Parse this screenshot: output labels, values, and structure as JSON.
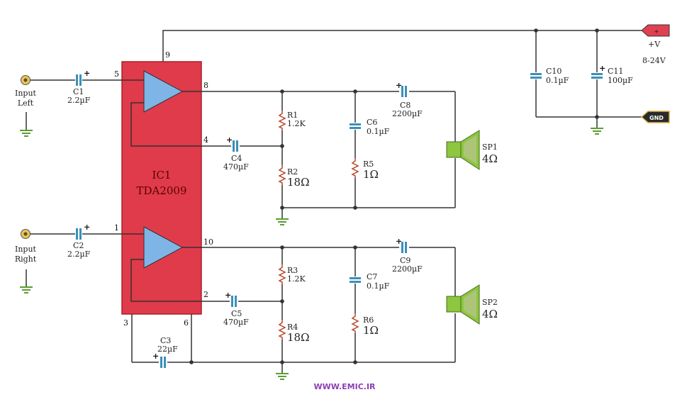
{
  "ic": {
    "designator": "IC1",
    "part": "TDA2009"
  },
  "pins": {
    "p9": "9",
    "p5": "5",
    "p8": "8",
    "p4": "4",
    "p1": "1",
    "p10": "10",
    "p2": "2",
    "p3": "3",
    "p6": "6"
  },
  "inputs": {
    "left": {
      "line1": "Input",
      "line2": "Left"
    },
    "right": {
      "line1": "Input",
      "line2": "Right"
    }
  },
  "components": {
    "C1": {
      "ref": "C1",
      "val": "2.2µF"
    },
    "C2": {
      "ref": "C2",
      "val": "2.2µF"
    },
    "C3": {
      "ref": "C3",
      "val": "22µF"
    },
    "C4": {
      "ref": "C4",
      "val": "470µF"
    },
    "C5": {
      "ref": "C5",
      "val": "470µF"
    },
    "C6": {
      "ref": "C6",
      "val": "0.1µF"
    },
    "C7": {
      "ref": "C7",
      "val": "0.1µF"
    },
    "C8": {
      "ref": "C8",
      "val": "2200µF"
    },
    "C9": {
      "ref": "C9",
      "val": "2200µF"
    },
    "C10": {
      "ref": "C10",
      "val": "0.1µF"
    },
    "C11": {
      "ref": "C11",
      "val": "100µF"
    },
    "R1": {
      "ref": "R1",
      "val": "1.2K"
    },
    "R2": {
      "ref": "R2",
      "val": "18Ω"
    },
    "R3": {
      "ref": "R3",
      "val": "1.2K"
    },
    "R4": {
      "ref": "R4",
      "val": "18Ω"
    },
    "R5": {
      "ref": "R5",
      "val": "1Ω"
    },
    "R6": {
      "ref": "R6",
      "val": "1Ω"
    },
    "SP1": {
      "ref": "SP1",
      "val": "4Ω"
    },
    "SP2": {
      "ref": "SP2",
      "val": "4Ω"
    }
  },
  "power": {
    "pos_tag": "+",
    "pos_label": "+V",
    "range": "8-24V",
    "gnd_tag": "GND"
  },
  "polarity": "+",
  "watermark": "WWW.EMIC.IR",
  "colors": {
    "ic_fill": "#e03b4a",
    "amp_fill": "#7fb4e6",
    "cap_fill": "#3b8fb8",
    "resistor": "#b5472a",
    "speaker": "#8dc63f",
    "ground": "#5a9e2f",
    "tag_red": "#e04050"
  }
}
